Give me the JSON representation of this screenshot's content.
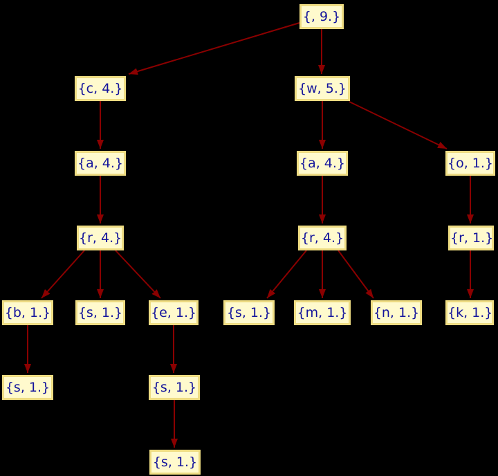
{
  "diagram": {
    "type": "trie-tree",
    "background_color": "#000000",
    "node_fill_color": "#fffacd",
    "node_border_color": "#eedc82",
    "node_text_color": "#14149c",
    "edge_color": "#8b0000",
    "nodes": [
      {
        "id": "root",
        "label": "{, 9.}"
      },
      {
        "id": "c",
        "label": "{c, 4.}"
      },
      {
        "id": "w",
        "label": "{w, 5.}"
      },
      {
        "id": "a1",
        "label": "{a, 4.}"
      },
      {
        "id": "a2",
        "label": "{a, 4.}"
      },
      {
        "id": "o",
        "label": "{o, 1.}"
      },
      {
        "id": "r1",
        "label": "{r, 4.}"
      },
      {
        "id": "r2",
        "label": "{r, 4.}"
      },
      {
        "id": "r3",
        "label": "{r, 1.}"
      },
      {
        "id": "b",
        "label": "{b, 1.}"
      },
      {
        "id": "s1",
        "label": "{s, 1.}"
      },
      {
        "id": "e",
        "label": "{e, 1.}"
      },
      {
        "id": "s2",
        "label": "{s, 1.}"
      },
      {
        "id": "m",
        "label": "{m, 1.}"
      },
      {
        "id": "n",
        "label": "{n, 1.}"
      },
      {
        "id": "k",
        "label": "{k, 1.}"
      },
      {
        "id": "s3",
        "label": "{s, 1.}"
      },
      {
        "id": "s4",
        "label": "{s, 1.}"
      },
      {
        "id": "s5",
        "label": "{s, 1.}"
      }
    ],
    "edges": [
      {
        "from": "root",
        "to": "c"
      },
      {
        "from": "root",
        "to": "w"
      },
      {
        "from": "c",
        "to": "a1"
      },
      {
        "from": "a1",
        "to": "r1"
      },
      {
        "from": "r1",
        "to": "b"
      },
      {
        "from": "r1",
        "to": "s1"
      },
      {
        "from": "r1",
        "to": "e"
      },
      {
        "from": "b",
        "to": "s3"
      },
      {
        "from": "e",
        "to": "s4"
      },
      {
        "from": "s4",
        "to": "s5"
      },
      {
        "from": "w",
        "to": "a2"
      },
      {
        "from": "w",
        "to": "o"
      },
      {
        "from": "a2",
        "to": "r2"
      },
      {
        "from": "r2",
        "to": "s2"
      },
      {
        "from": "r2",
        "to": "m"
      },
      {
        "from": "r2",
        "to": "n"
      },
      {
        "from": "o",
        "to": "r3"
      },
      {
        "from": "r3",
        "to": "k"
      }
    ]
  }
}
